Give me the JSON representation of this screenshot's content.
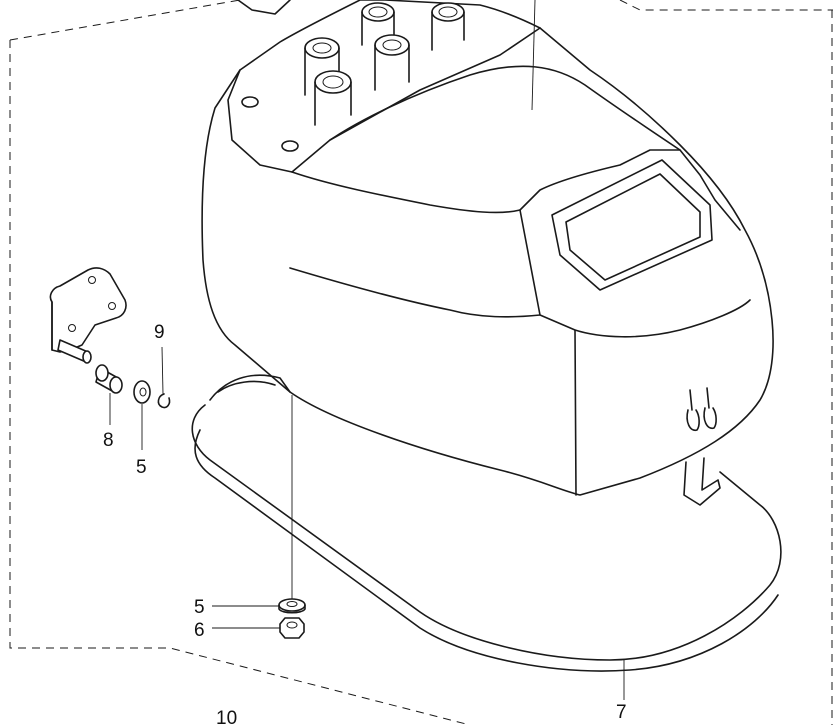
{
  "callouts": {
    "c9": "9",
    "c8": "8",
    "c5_upper": "5",
    "c5_lower": "5",
    "c6": "6",
    "c7": "7",
    "c10": "10"
  },
  "parts": {
    "cover": "engine-cover",
    "seal": "cover-seal",
    "bracket": "latch-bracket",
    "sleeve": "bushing",
    "washer": "washer",
    "clip": "retaining-clip",
    "nut": "nut"
  }
}
